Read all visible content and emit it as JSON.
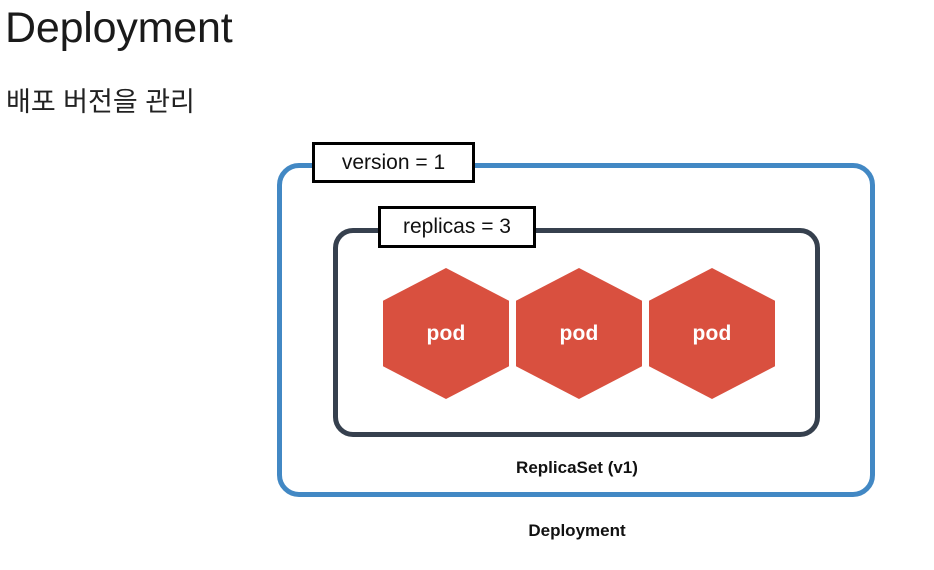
{
  "slide": {
    "title": "Deployment",
    "subtitle": "배포 버전을 관리"
  },
  "diagram": {
    "outer": {
      "name": "Deployment",
      "caption": "Deployment",
      "border_color": "#4288c4",
      "callout": {
        "label": "version = 1",
        "key": "version",
        "value": "1"
      }
    },
    "inner": {
      "name": "ReplicaSet",
      "caption": "ReplicaSet (v1)",
      "border_color": "#36404e",
      "callout": {
        "label": "replicas = 3",
        "key": "replicas",
        "value": "3"
      }
    },
    "pods": [
      {
        "label": "pod",
        "color": "#d9503f"
      },
      {
        "label": "pod",
        "color": "#d9503f"
      },
      {
        "label": "pod",
        "color": "#d9503f"
      }
    ]
  }
}
